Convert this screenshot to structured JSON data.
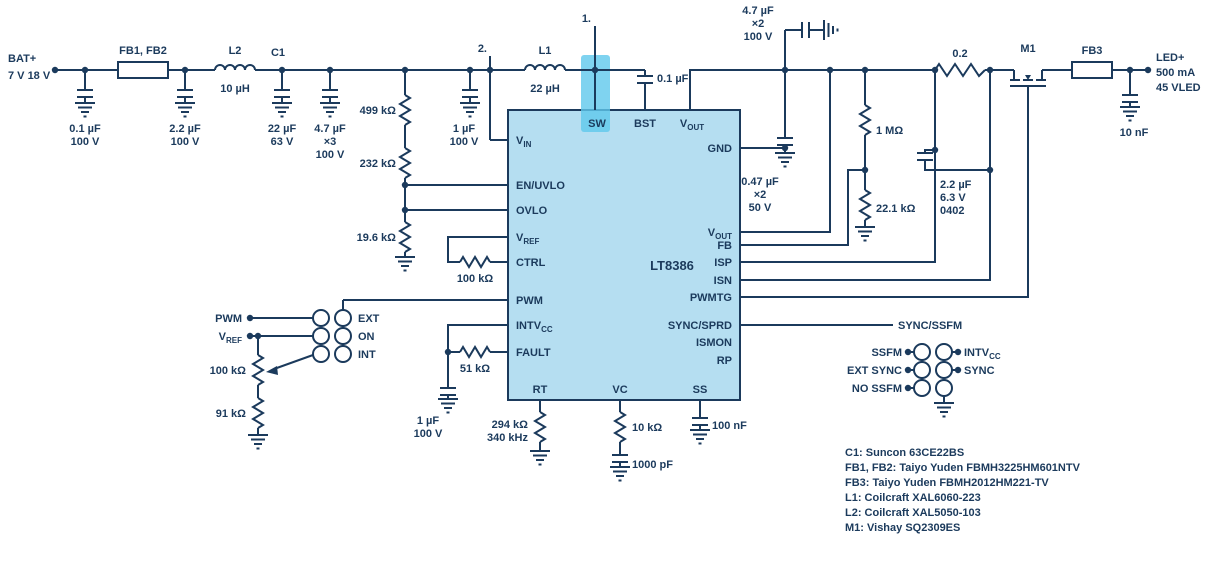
{
  "colors": {
    "line": "#1b3a5c",
    "ic_fill": "#b5def1",
    "highlight": "#5fc8ec"
  },
  "input": {
    "label": "BAT+",
    "range": "7 V 18 V"
  },
  "output": {
    "label": "LED+",
    "current": "500 mA",
    "vled": "45 VLED"
  },
  "callouts": {
    "n1": "1.",
    "n2": "2."
  },
  "components": {
    "fb12": "FB1, FB2",
    "fb3": "FB3",
    "c_in1": {
      "v": "0.1 µF",
      "r": "100 V"
    },
    "c_in2": {
      "v": "2.2 µF",
      "r": "100 V"
    },
    "l2": {
      "name": "L2",
      "v": "10 µH"
    },
    "c1": {
      "name": "C1",
      "v": "22 µF",
      "r": "63 V"
    },
    "c_in3": {
      "v": "4.7 µF",
      "q": "×3",
      "r": "100 V"
    },
    "r_uv1": "499 kΩ",
    "r_uv2": "232 kΩ",
    "r_uv3": "19.6 kΩ",
    "c_vin": {
      "v": "1 µF",
      "r": "100 V"
    },
    "l1": {
      "name": "L1",
      "v": "22 µH"
    },
    "c_bst": "0.1 µF",
    "c_out1": {
      "v": "4.7 µF",
      "q": "×2",
      "r": "100 V"
    },
    "c_out2": {
      "v": "0.47 µF",
      "q": "×2",
      "r": "50 V"
    },
    "r_fb1": "1 MΩ",
    "r_fb2": "22.1 kΩ",
    "c_sense": {
      "v": "2.2 µF",
      "r": "6.3 V",
      "pkg": "0402"
    },
    "r_sense": "0.2",
    "m1": "M1",
    "c_led": "10 nF",
    "r_pot": "100 kΩ",
    "r_91": "91 kΩ",
    "r_51": "51 kΩ",
    "c_vcc": {
      "v": "1 µF",
      "r": "100 V"
    },
    "r_ctrl": "100 kΩ",
    "r_rt": {
      "v": "294 kΩ",
      "f": "340 kHz"
    },
    "r_vc": "10 kΩ",
    "c_vc": "1000 pF",
    "c_ss": "100 nF"
  },
  "signals": {
    "pwm": "PWM",
    "vref": {
      "main": "V",
      "sub": "REF"
    },
    "sync_net": "SYNC/SSFM"
  },
  "jumper_pwm": {
    "ext": "EXT",
    "on": "ON",
    "int": "INT"
  },
  "jumper_sync": {
    "ssfm": "SSFM",
    "ext_sync": "EXT SYNC",
    "no_ssfm": "NO SSFM",
    "intvcc": {
      "main": "INTV",
      "sub": "CC"
    },
    "sync": "SYNC"
  },
  "ic": {
    "name": "LT8386",
    "pins": {
      "vin": {
        "main": "V",
        "sub": "IN"
      },
      "en_uvlo": "EN/UVLO",
      "ovlo": "OVLO",
      "vref": {
        "main": "V",
        "sub": "REF"
      },
      "ctrl": "CTRL",
      "pwm": "PWM",
      "intvcc": {
        "main": "INTV",
        "sub": "CC"
      },
      "fault": "FAULT",
      "sw": "SW",
      "bst": "BST",
      "vout_top": {
        "main": "V",
        "sub": "OUT"
      },
      "gnd": "GND",
      "vout_r": {
        "main": "V",
        "sub": "OUT"
      },
      "fb": "FB",
      "isp": "ISP",
      "isn": "ISN",
      "pwmtg": "PWMTG",
      "sync_sprd": "SYNC/SPRD",
      "ismon": "ISMON",
      "rp": "RP",
      "rt": "RT",
      "vc": "VC",
      "ss": "SS"
    }
  },
  "bom": [
    "C1: Suncon 63CE22BS",
    "FB1, FB2: Taiyo Yuden FBMH3225HM601NTV",
    "FB3: Taiyo Yuden FBMH2012HM221-TV",
    "L1: Coilcraft XAL6060-223",
    "L2: Coilcraft XAL5050-103",
    "M1: Vishay SQ2309ES"
  ]
}
